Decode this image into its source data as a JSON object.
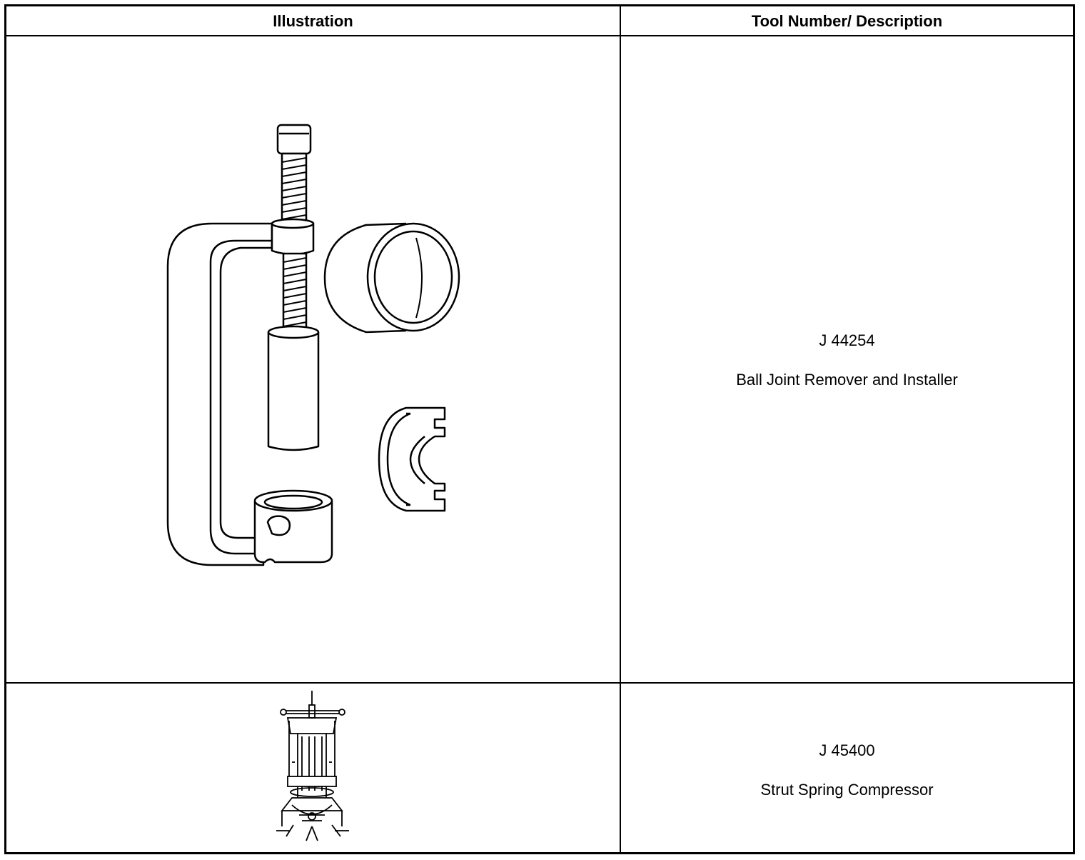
{
  "table": {
    "headers": {
      "illustration": "Illustration",
      "tool": "Tool Number/ Description"
    },
    "rows": [
      {
        "tool_number": "J 44254",
        "description": "Ball Joint Remover and Installer",
        "icon": "ball-joint-tool-illustration"
      },
      {
        "tool_number": "J 45400",
        "description": "Strut Spring Compressor",
        "icon": "strut-compressor-illustration"
      }
    ]
  }
}
